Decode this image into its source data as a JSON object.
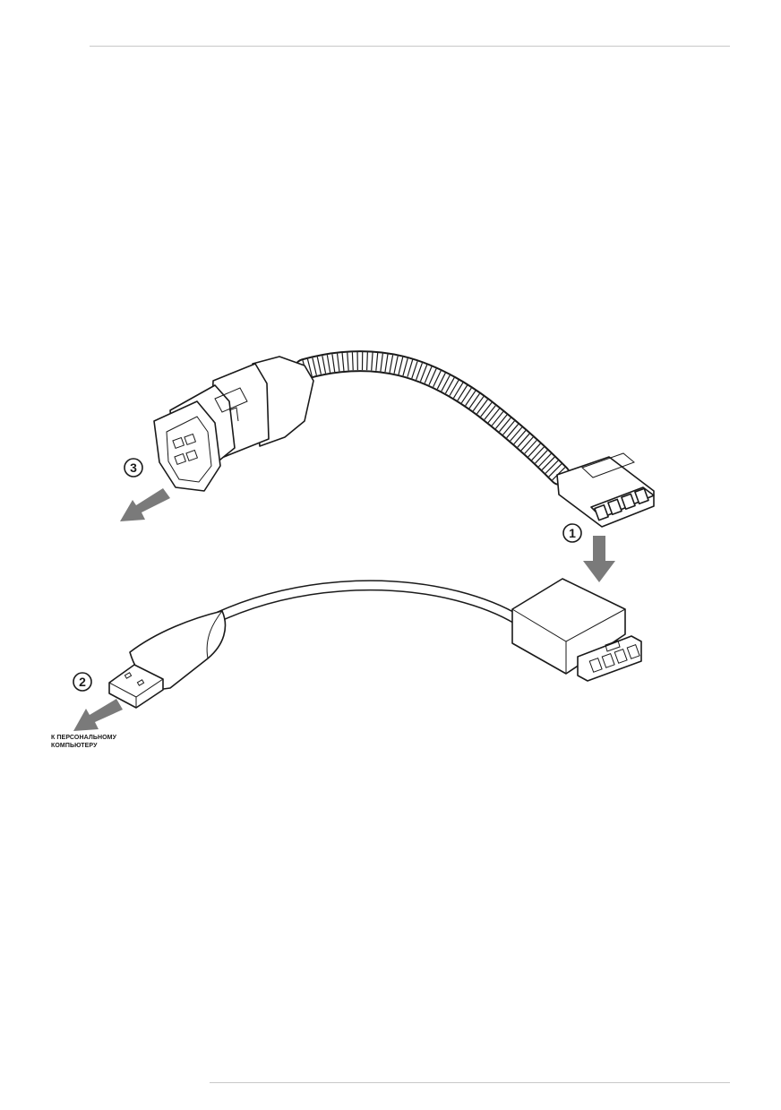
{
  "callouts": [
    {
      "id": "1",
      "label": "1"
    },
    {
      "id": "2",
      "label": "2"
    },
    {
      "id": "3",
      "label": "3"
    }
  ],
  "caption": {
    "line1": "К ПЕРСОНАЛЬНОМУ",
    "line2": "КОМПЬЮТЕРУ"
  },
  "colors": {
    "arrow": "#7a7a7a",
    "line": "#1a1a1a",
    "rule": "#c8c8c8"
  },
  "icons": [
    "vehicle-connector-icon",
    "usb-plug-icon",
    "molex-plug-icon",
    "adapter-box-icon"
  ]
}
